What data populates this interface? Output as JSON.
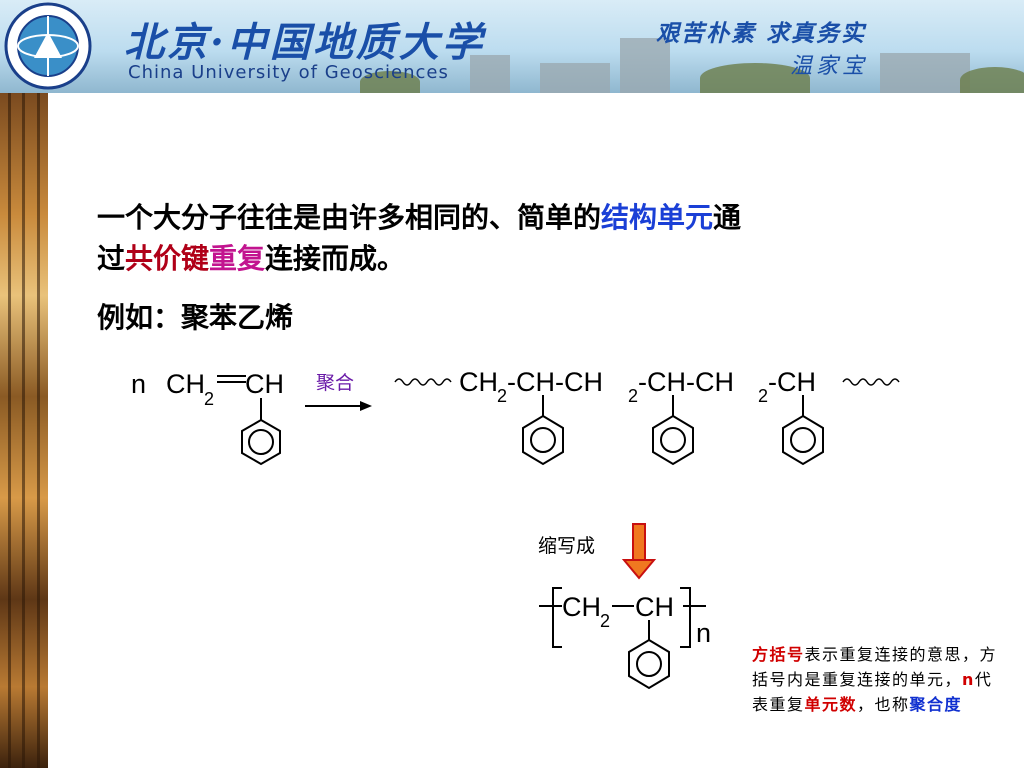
{
  "header": {
    "cn_title": "北京·中国地质大学",
    "en_title": "China University of Geosciences",
    "motto_line1": "艰苦朴素 求真务实",
    "motto_line2": "温家宝"
  },
  "body": {
    "line1_a": "一个大分子往往是由许多相同的、简单的",
    "line1_b": "结构单元",
    "line1_c": "通",
    "line2_a": "过",
    "line2_b": "共价键",
    "line2_c": "重复",
    "line2_d": "连接而成。",
    "example": "例如：聚苯乙烯"
  },
  "reaction": {
    "n_label": "n",
    "monomer_ch2": "CH",
    "monomer_sub": "2",
    "monomer_ch": "CH",
    "arrow_label": "聚合",
    "polymer": {
      "g1": "CH",
      "s1": "2",
      "g2": "-CH-CH",
      "s2": "2",
      "g3": "-CH-CH",
      "s3": "2",
      "g4": "-CH"
    }
  },
  "abbrev": {
    "label": "缩写成",
    "ch2": "CH",
    "sub": "2",
    "ch": "CH",
    "n": "n"
  },
  "note": {
    "a": "方括号",
    "b": "表示重复连接的意思，方括号内是重复连接的单元，",
    "c": "n",
    "d": "代表重复",
    "e": "单元数",
    "f": "，也称",
    "g": "聚合度"
  }
}
